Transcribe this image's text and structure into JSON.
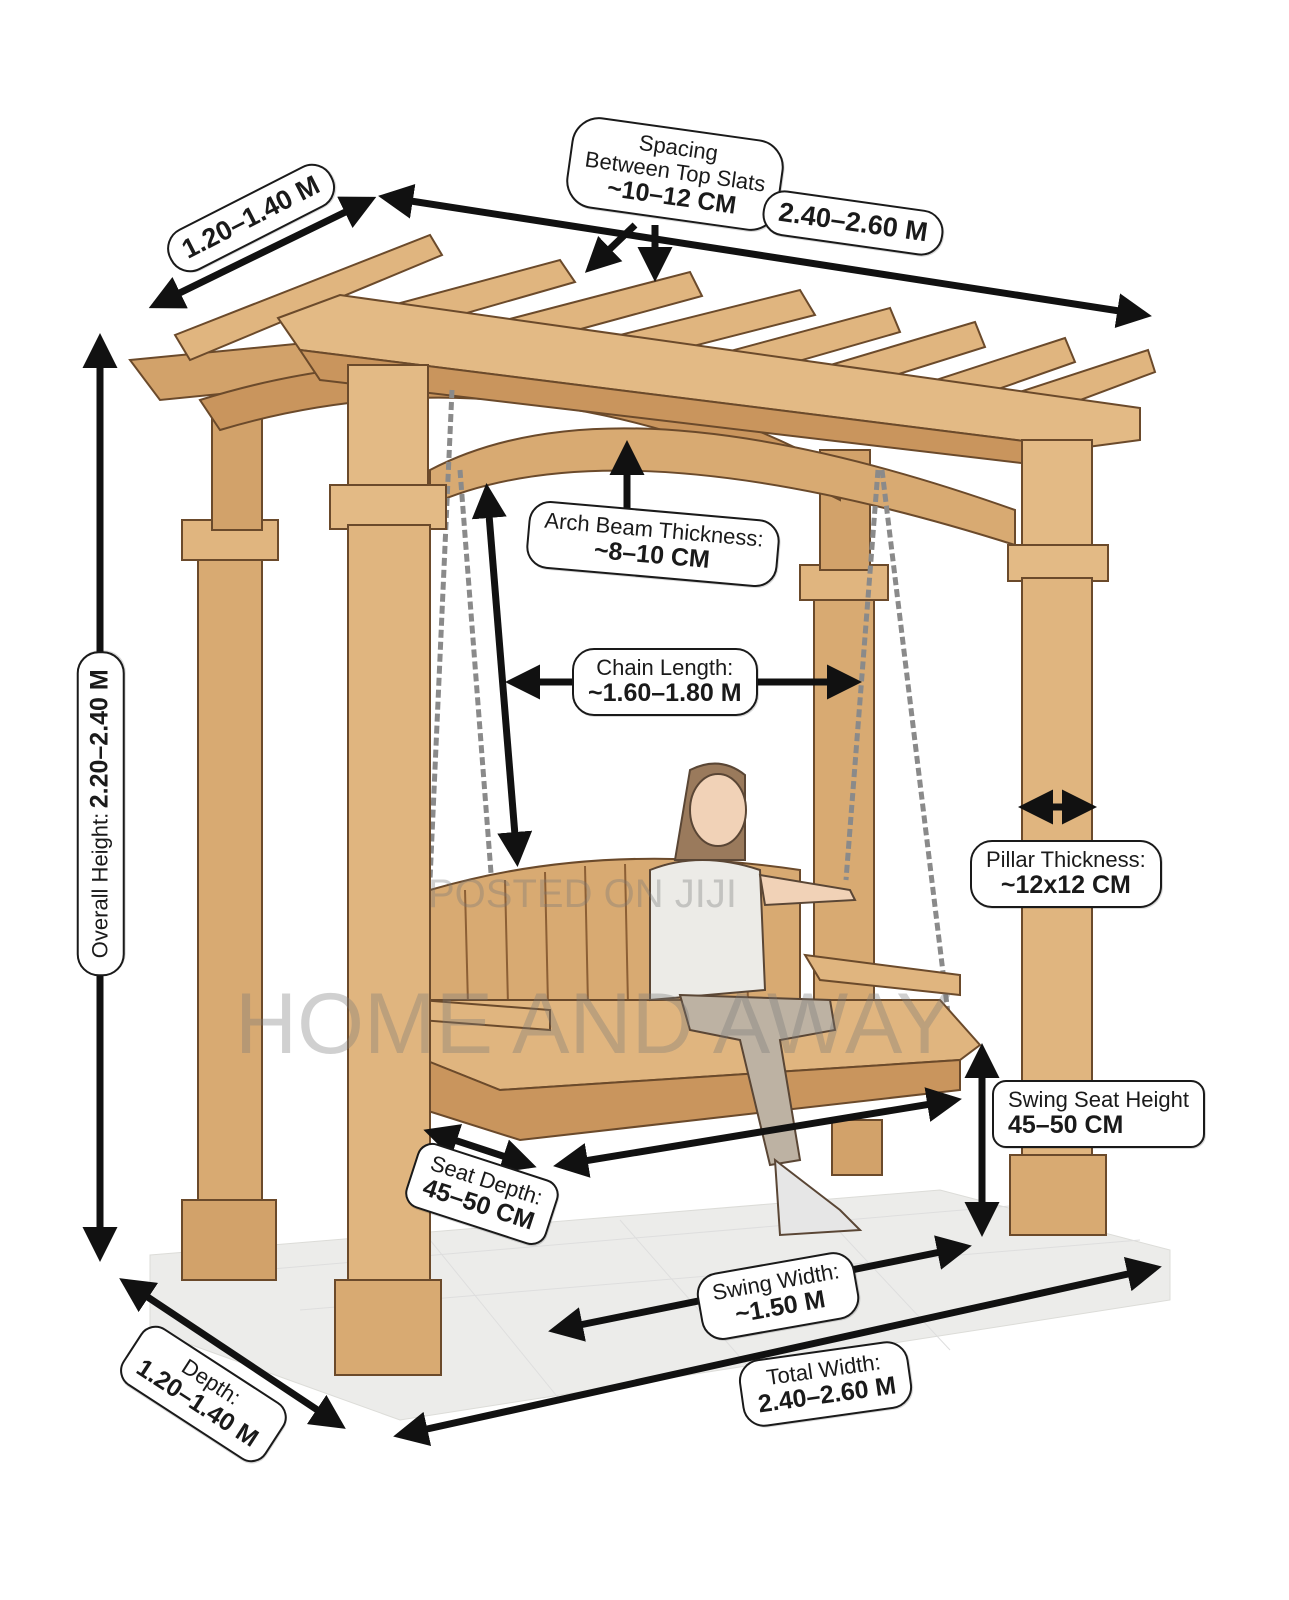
{
  "colors": {
    "wood_light": "#e0b57f",
    "wood_mid": "#d2a26a",
    "wood_dark": "#a87646",
    "outline": "#6b4a2b",
    "chain": "#8a8a8a",
    "arrow": "#111111",
    "floor": "#ececea"
  },
  "labels": {
    "spacing": {
      "title_line1": "Spacing",
      "title_line2": "Between Top Slats",
      "value": "~10–12 CM"
    },
    "top_depth": {
      "value": "1.20–1.40 M"
    },
    "top_width": {
      "value": "2.40–2.60 M"
    },
    "arch_beam": {
      "title": "Arch Beam Thickness:",
      "value": "~8–10 CM"
    },
    "chain_length": {
      "title": "Chain Length:",
      "value": "~1.60–1.80 M"
    },
    "overall_height": {
      "title": "Overall Height:",
      "value": "2.20–2.40 M"
    },
    "pillar_thickness": {
      "title": "Pillar Thickness:",
      "value": "~12x12 CM"
    },
    "swing_seat_height": {
      "title": "Swing Seat Height",
      "value": "45–50 CM"
    },
    "seat_depth": {
      "title": "Seat Depth:",
      "value": "45–50 CM"
    },
    "swing_width": {
      "title": "Swing Width:",
      "value": "~1.50 M"
    },
    "total_width": {
      "title": "Total Width:",
      "value": "2.40–2.60 M"
    },
    "depth": {
      "title": "Depth:",
      "value": "1.20–1.40 M"
    }
  },
  "watermark": {
    "line1": "POSTED ON JIJI",
    "line2": "HOME AND AWAY"
  }
}
